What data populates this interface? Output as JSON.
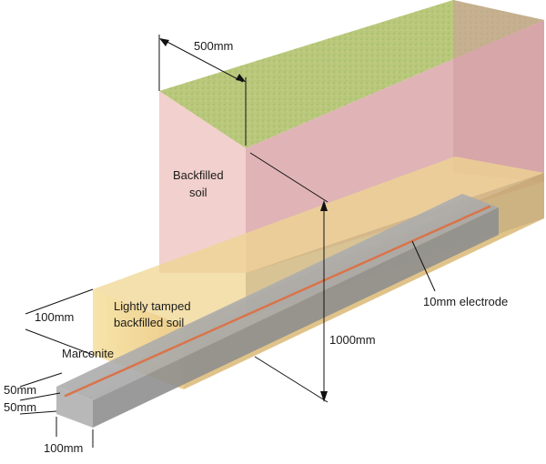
{
  "labels": {
    "width_500": "500mm",
    "backfilled_soil_line1": "Backfilled",
    "backfilled_soil_line2": "soil",
    "depth_100": "100mm",
    "lightly_tamped_line1": "Lightly tamped",
    "lightly_tamped_line2": "backfilled soil",
    "electrode": "10mm electrode",
    "marconite": "Marconite",
    "depth_1000": "1000mm",
    "dim_50_a": "50mm",
    "dim_50_b": "50mm",
    "width_100": "100mm"
  },
  "colors": {
    "grass": "#b8c97a",
    "backfill": "#e8b4b0",
    "tamped": "#f0d48a",
    "marconite": "#a8a8a8",
    "electrode": "#d9744a"
  }
}
